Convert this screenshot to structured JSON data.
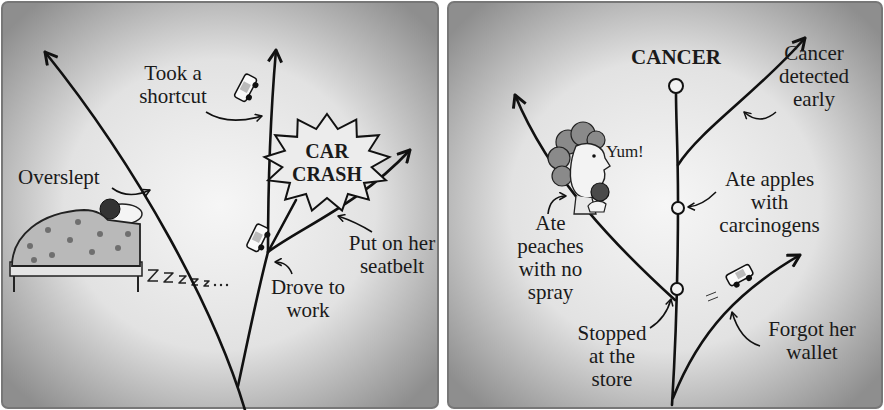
{
  "diagram": {
    "nodes": [
      {
        "text": [
          "CAR CRASH"
        ]
      }
    ],
    "labels": [
      "Took a shortcut",
      "Overslept",
      "Drove to work",
      "Put on her seatbelt",
      "CANCER",
      "Cancer detected early",
      "Yum!",
      "Ate apples with carcinogens",
      "Ate peaches with no spray",
      "Stopped at the store",
      "Forgot her wallet"
    ]
  }
}
